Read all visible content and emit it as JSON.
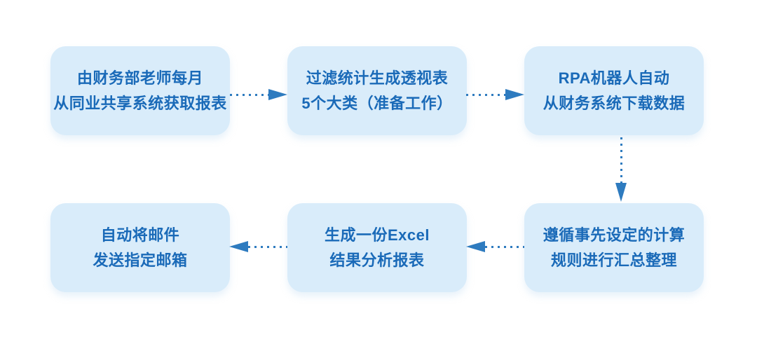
{
  "flow": {
    "title": "RPA finance reporting process flowchart",
    "steps": [
      {
        "id": 1,
        "position": "top-left",
        "lines": [
          "由财务部老师每月",
          "从同业共享系统获取报表"
        ]
      },
      {
        "id": 2,
        "position": "top-middle",
        "lines": [
          "过滤统计生成透视表",
          "5个大类（准备工作）"
        ]
      },
      {
        "id": 3,
        "position": "top-right",
        "lines": [
          "RPA机器人自动",
          "从财务系统下载数据"
        ]
      },
      {
        "id": 4,
        "position": "bottom-right",
        "lines": [
          "遵循事先设定的计算",
          "规则进行汇总整理"
        ]
      },
      {
        "id": 5,
        "position": "bottom-middle",
        "lines": [
          "生成一份Excel",
          "结果分析报表"
        ]
      },
      {
        "id": 6,
        "position": "bottom-left",
        "lines": [
          "自动将邮件",
          "发送指定邮箱"
        ]
      }
    ],
    "connections": [
      {
        "from": 1,
        "to": 2,
        "direction": "right",
        "style": "dotted-with-solid-arrowhead"
      },
      {
        "from": 2,
        "to": 3,
        "direction": "right",
        "style": "dotted-with-solid-arrowhead"
      },
      {
        "from": 3,
        "to": 4,
        "direction": "down",
        "style": "dotted-with-solid-arrowhead"
      },
      {
        "from": 4,
        "to": 5,
        "direction": "left",
        "style": "dotted-with-solid-arrowhead"
      },
      {
        "from": 5,
        "to": 6,
        "direction": "left",
        "style": "dotted-with-solid-arrowhead"
      }
    ],
    "colors": {
      "background": "#ffffff",
      "node_fill": "#d9ecfa",
      "node_text": "#1a6ab8",
      "arrow": "#2e7bbf"
    }
  }
}
